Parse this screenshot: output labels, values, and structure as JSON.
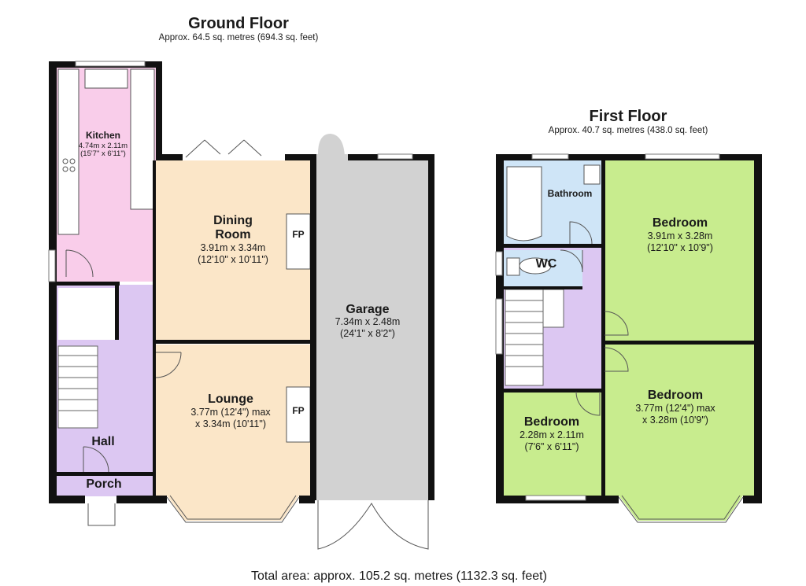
{
  "ground_floor": {
    "title": "Ground Floor",
    "area": "Approx. 64.5 sq. metres (694.3 sq. feet)",
    "rooms": {
      "kitchen": {
        "name": "Kitchen",
        "dim1": "4.74m x 2.11m",
        "dim2": "(15'7\" x 6'11\")",
        "color": "#f9cdea"
      },
      "dining": {
        "name1": "Dining",
        "name2": "Room",
        "dim1": "3.91m x 3.34m",
        "dim2": "(12'10\" x 10'11\")",
        "fp": "FP",
        "color": "#fbe6c8"
      },
      "lounge": {
        "name": "Lounge",
        "dim1": "3.77m (12'4\") max",
        "dim2": "x 3.34m (10'11\")",
        "fp": "FP",
        "color": "#fbe6c8"
      },
      "garage": {
        "name": "Garage",
        "dim1": "7.34m x 2.48m",
        "dim2": "(24'1\" x 8'2\")",
        "color": "#d2d2d2"
      },
      "hall": {
        "name": "Hall",
        "color": "#dcc7f2"
      },
      "porch": {
        "name": "Porch",
        "color": "#dcc7f2"
      }
    }
  },
  "first_floor": {
    "title": "First Floor",
    "area": "Approx. 40.7 sq. metres (438.0 sq. feet)",
    "rooms": {
      "bathroom": {
        "name": "Bathroom",
        "color": "#cfe5f7"
      },
      "wc": {
        "name": "WC",
        "color": "#cfe5f7"
      },
      "landing": {
        "color": "#dcc7f2"
      },
      "bedroom1": {
        "name": "Bedroom",
        "dim1": "3.91m x 3.28m",
        "dim2": "(12'10\" x 10'9\")",
        "color": "#c8ec8e"
      },
      "bedroom2": {
        "name": "Bedroom",
        "dim1": "3.77m (12'4\") max",
        "dim2": "x 3.28m (10'9\")",
        "color": "#c8ec8e"
      },
      "bedroom3": {
        "name": "Bedroom",
        "dim1": "2.28m x 2.11m",
        "dim2": "(7'6\" x 6'11\")",
        "color": "#c8ec8e"
      }
    }
  },
  "total_area": "Total area: approx. 105.2 sq. metres (1132.3 sq. feet)"
}
